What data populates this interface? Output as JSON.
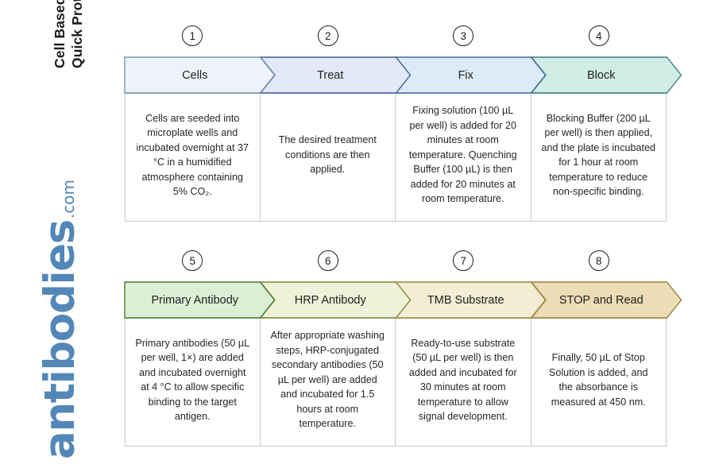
{
  "page": {
    "title": "Cell Based ELISA Kits\nQuick Protocol",
    "background": "#ffffff"
  },
  "logo": {
    "word": "antibodies",
    "suffix": ".com",
    "color": "#5387b8"
  },
  "rows": [
    {
      "name": "row-1",
      "steps": [
        {
          "number": "1",
          "label": "Cells",
          "fill": "#eef3f9",
          "stroke": "#7794b5",
          "body": "Cells are seeded into microplate wells and incubated overnight at 37 °C in a humidified atmosphere containing 5% CO₂."
        },
        {
          "number": "2",
          "label": "Treat",
          "fill": "#e3e9f7",
          "stroke": "#3f5f93",
          "body": "The desired treatment conditions are then applied."
        },
        {
          "number": "3",
          "label": "Fix",
          "fill": "#ddeaf8",
          "stroke": "#3f6e9e",
          "body": "Fixing solution (100 µL per well) is added for 20 minutes at room temperature. Quenching Buffer (100 µL) is then added for 20 minutes at room temperature."
        },
        {
          "number": "4",
          "label": "Block",
          "fill": "#d2ece6",
          "stroke": "#3d7f7a",
          "body": "Blocking Buffer (200 µL per well) is then applied, and the plate is incubated for 1 hour at room temperature to reduce non-specific binding."
        }
      ]
    },
    {
      "name": "row-2",
      "steps": [
        {
          "number": "5",
          "label": "Primary Antibody",
          "fill": "#dcefd4",
          "stroke": "#4b7a32",
          "body": "Primary antibodies (50 µL per well, 1×) are added and incubated overnight at 4 °C to allow specific binding to the target antigen."
        },
        {
          "number": "6",
          "label": "HRP Antibody",
          "fill": "#edf2d9",
          "stroke": "#7d8a33",
          "body": "After appropriate washing steps, HRP-conjugated secondary antibodies (50 µL per well) are added and incubated for 1.5 hours at room temperature."
        },
        {
          "number": "7",
          "label": "TMB Substrate",
          "fill": "#f4edd3",
          "stroke": "#97843a",
          "body": "Ready-to-use substrate (50 µL per well) is then added and incubated for 30 minutes at room temperature to allow signal development."
        },
        {
          "number": "8",
          "label": "STOP and Read",
          "fill": "#ecddb6",
          "stroke": "#9b7f3d",
          "body": "Finally, 50 µL of Stop Solution is added, and the absorbance is measured at 450 nm."
        }
      ]
    }
  ]
}
